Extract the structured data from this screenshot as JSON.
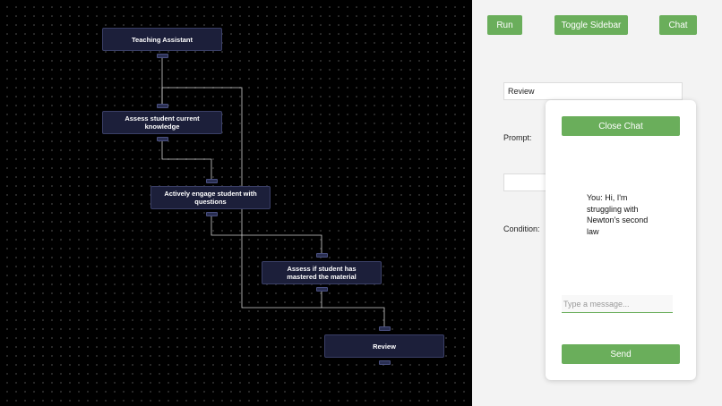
{
  "toolbar": {
    "run_label": "Run",
    "toggle_sidebar_label": "Toggle Sidebar",
    "chat_label": "Chat"
  },
  "flow": {
    "nodes": [
      {
        "id": "n1",
        "label": "Teaching Assistant"
      },
      {
        "id": "n2",
        "label": "Assess student current knowledge"
      },
      {
        "id": "n3",
        "label": "Actively engage student with questions"
      },
      {
        "id": "n4",
        "label": "Assess if student has mastered the material"
      },
      {
        "id": "n5",
        "label": "Review"
      }
    ]
  },
  "editor": {
    "name_value": "Review",
    "prompt_label": "Prompt:",
    "condition_label": "Condition:"
  },
  "chat": {
    "close_label": "Close Chat",
    "messages": [
      {
        "sender": "You",
        "text": "You: Hi, I'm struggling with Newton's second law"
      }
    ],
    "input_placeholder": "Type a message...",
    "send_label": "Send"
  },
  "colors": {
    "accent_green": "#6aae5b",
    "node_bg": "#1c1f3a",
    "canvas_bg": "#000000",
    "sidebar_bg": "#f3f3f3"
  }
}
